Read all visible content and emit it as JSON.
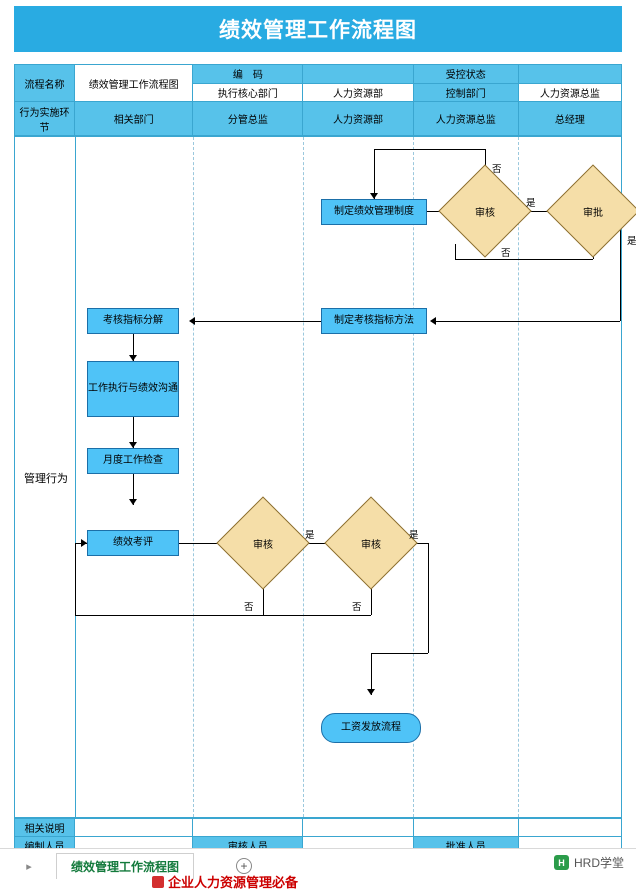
{
  "title": "绩效管理工作流程图",
  "header": {
    "row1": [
      {
        "label": "流程名称",
        "style": "blue"
      },
      {
        "label": "绩效管理工作流程图",
        "style": "white"
      },
      {
        "label": "编　码",
        "style": "blue"
      },
      {
        "label": "",
        "style": "blue"
      },
      {
        "label": "受控状态",
        "style": "blue"
      },
      {
        "label": "",
        "style": "blue"
      }
    ],
    "row2": [
      {
        "label": "执行核心部门",
        "style": "white"
      },
      {
        "label": "人力资源部",
        "style": "white"
      },
      {
        "label": "控制部门",
        "style": "blue"
      },
      {
        "label": "人力资源总监",
        "style": "white"
      }
    ],
    "row3": [
      {
        "label": "行为实施环节",
        "style": "blue"
      },
      {
        "label": "相关部门",
        "style": "blue"
      },
      {
        "label": "分管总监",
        "style": "blue"
      },
      {
        "label": "人力资源部",
        "style": "blue"
      },
      {
        "label": "人力资源总监",
        "style": "blue"
      },
      {
        "label": "总经理",
        "style": "blue"
      }
    ]
  },
  "body": {
    "row_label": "管理行为"
  },
  "footer": {
    "row1": [
      {
        "label": "相关说明",
        "style": "blue"
      },
      {
        "label": "",
        "style": "white"
      },
      {
        "label": "",
        "style": "white"
      },
      {
        "label": "",
        "style": "white"
      },
      {
        "label": "",
        "style": "white"
      },
      {
        "label": "",
        "style": "white"
      }
    ],
    "row2": [
      {
        "label": "编制人员",
        "style": "blue"
      },
      {
        "label": "",
        "style": "white"
      },
      {
        "label": "审核人员",
        "style": "blue"
      },
      {
        "label": "",
        "style": "white"
      },
      {
        "label": "批准人员",
        "style": "blue"
      },
      {
        "label": "",
        "style": "white"
      }
    ]
  },
  "flow": {
    "nodes": [
      {
        "id": "n1",
        "label": "制定绩效管理制度",
        "shape": "rect"
      },
      {
        "id": "n2",
        "label": "审核",
        "shape": "diamond"
      },
      {
        "id": "n3",
        "label": "审批",
        "shape": "diamond"
      },
      {
        "id": "n4",
        "label": "制定考核指标方法",
        "shape": "rect"
      },
      {
        "id": "n5",
        "label": "考核指标分解",
        "shape": "rect"
      },
      {
        "id": "n6",
        "label": "工作执行与绩效沟通",
        "shape": "rect"
      },
      {
        "id": "n7",
        "label": "月度工作检查",
        "shape": "rect"
      },
      {
        "id": "n8",
        "label": "绩效考评",
        "shape": "rect"
      },
      {
        "id": "n9",
        "label": "审核",
        "shape": "diamond"
      },
      {
        "id": "n10",
        "label": "审核",
        "shape": "diamond"
      },
      {
        "id": "n11",
        "label": "工资发放流程",
        "shape": "round"
      }
    ],
    "edge_labels": {
      "e1": "否",
      "e2": "是",
      "e3": "是",
      "e4": "否",
      "e5": "是",
      "e6": "否",
      "e7": "是",
      "e8": "否"
    }
  },
  "tabs": {
    "prev_icon": "chevron-left-icon",
    "active_tab": "绩效管理工作流程图",
    "add_label": "+"
  },
  "watermark": {
    "badge": "H",
    "text": "HRD学堂"
  },
  "bottom_banner": "企业人力资源管理必备",
  "colors": {
    "accent": "#29ABE2",
    "node": "#4FC3F7",
    "diamond": "#F5DEA8",
    "header": "#57C2EA"
  }
}
